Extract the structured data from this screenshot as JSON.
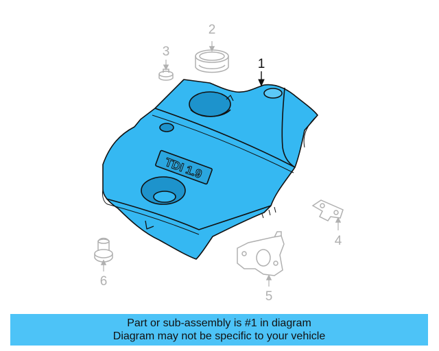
{
  "callouts": {
    "part1": "1",
    "part2": "2",
    "part3": "3",
    "part4": "4",
    "part5": "5",
    "part6": "6"
  },
  "cover_badge": "TDI 1.9",
  "banner": {
    "line1": "Part or sub-assembly is #1 in diagram",
    "line2": "Diagram may not be specific to your vehicle"
  },
  "colors": {
    "highlight": "#4dc3f7",
    "cover_fill": "#33b8f5",
    "outline": "#111111",
    "ghost_part": "#b0b0b0"
  }
}
